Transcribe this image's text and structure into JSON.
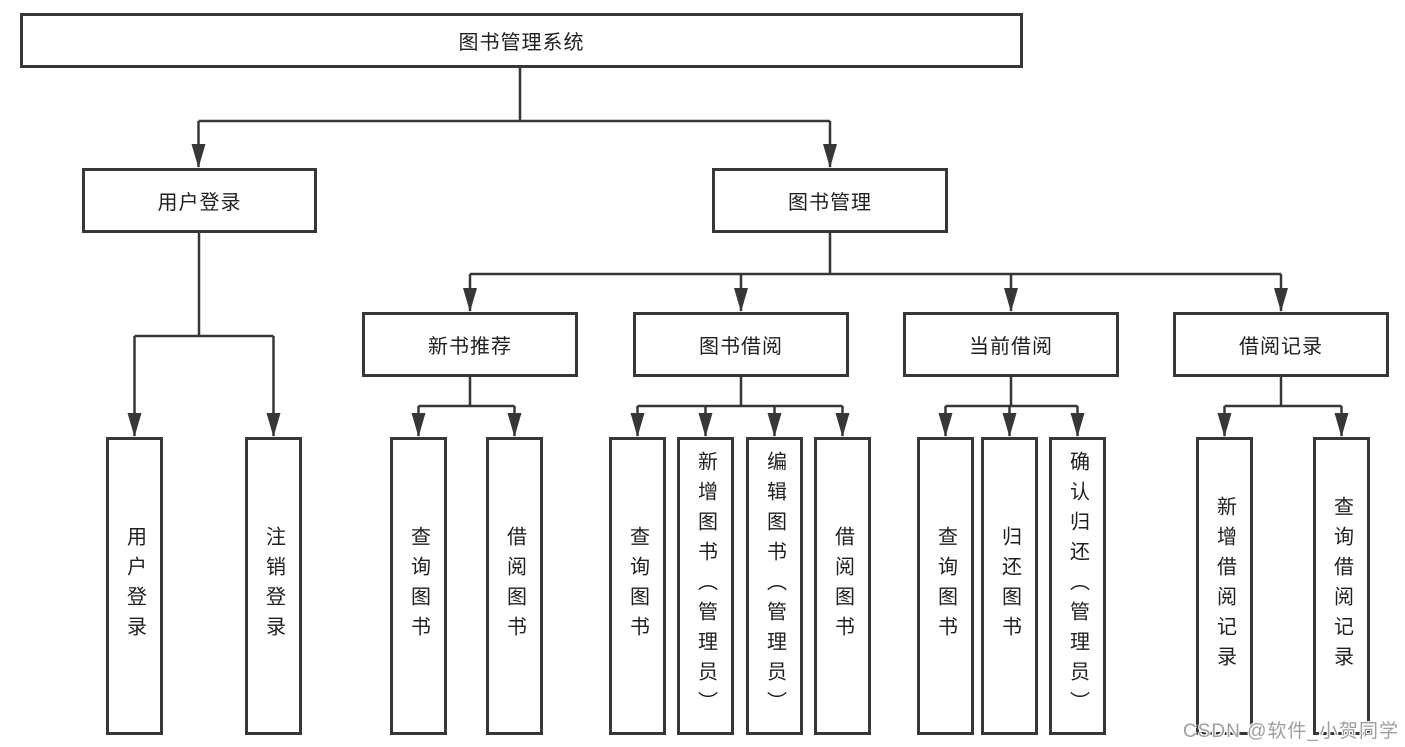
{
  "diagram": {
    "title": "图书管理系统",
    "watermark": "CSDN @软件_小贺同学",
    "colors": {
      "line": "#373737",
      "border": "#373737",
      "text": "#1f1f1f",
      "watermark_text": "#9e9e9e",
      "background": "#ffffff"
    },
    "tree": {
      "root": {
        "label": "图书管理系统"
      },
      "branches": [
        {
          "label": "用户登录",
          "leaves": [
            {
              "label": "用户登录"
            },
            {
              "label": "注销登录"
            }
          ]
        },
        {
          "label": "图书管理",
          "children": [
            {
              "label": "新书推荐",
              "leaves": [
                {
                  "label": "查询图书"
                },
                {
                  "label": "借阅图书"
                }
              ]
            },
            {
              "label": "图书借阅",
              "leaves": [
                {
                  "label": "查询图书"
                },
                {
                  "label": "新增图书（管理员）"
                },
                {
                  "label": "编辑图书（管理员）"
                },
                {
                  "label": "借阅图书"
                }
              ]
            },
            {
              "label": "当前借阅",
              "leaves": [
                {
                  "label": "查询图书"
                },
                {
                  "label": "归还图书"
                },
                {
                  "label": "确认归还（管理员）"
                }
              ]
            },
            {
              "label": "借阅记录",
              "leaves": [
                {
                  "label": "新增借阅记录"
                },
                {
                  "label": "查询借阅记录"
                }
              ]
            }
          ]
        }
      ]
    }
  }
}
